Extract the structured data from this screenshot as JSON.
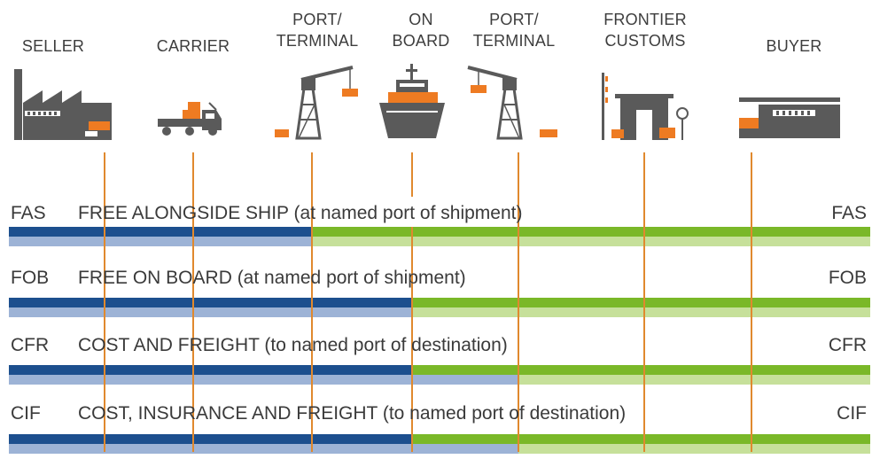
{
  "columns": [
    {
      "id": "seller",
      "label": "SELLER",
      "icon": "factory-icon"
    },
    {
      "id": "carrier",
      "label": "CARRIER",
      "icon": "truck-icon"
    },
    {
      "id": "port-origin",
      "label": "PORT/\nTERMINAL",
      "icon": "crane-icon"
    },
    {
      "id": "on-board",
      "label": "ON\nBOARD",
      "icon": "ship-icon"
    },
    {
      "id": "port-destination",
      "label": "PORT/\nTERMINAL",
      "icon": "crane-icon"
    },
    {
      "id": "frontier-customs",
      "label": "FRONTIER\nCUSTOMS",
      "icon": "customs-building-icon"
    },
    {
      "id": "buyer",
      "label": "BUYER",
      "icon": "warehouse-icon"
    }
  ],
  "terms": [
    {
      "abbr": "FAS",
      "description": "FREE ALONGSIDE SHIP (at named port of shipment)",
      "cost_transfer": "port-origin",
      "risk_transfer": "port-origin"
    },
    {
      "abbr": "FOB",
      "description": "FREE ON BOARD (at named port of shipment)",
      "cost_transfer": "on-board",
      "risk_transfer": "on-board"
    },
    {
      "abbr": "CFR",
      "description": "COST AND FREIGHT (to named port of destination)",
      "cost_transfer": "on-board",
      "risk_transfer": "port-destination"
    },
    {
      "abbr": "CIF",
      "description": "COST, INSURANCE AND FREIGHT (to named port of destination)",
      "cost_transfer": "on-board",
      "risk_transfer": "port-destination"
    }
  ],
  "colors": {
    "seller_dark": "#1c4f8e",
    "seller_light": "#9db3d6",
    "buyer_dark": "#7ab828",
    "buyer_light": "#c6e09a",
    "divider": "#e0892e",
    "cargo": "#ee7b22",
    "icon": "#5a5a5a",
    "text": "#3c3c3c"
  }
}
